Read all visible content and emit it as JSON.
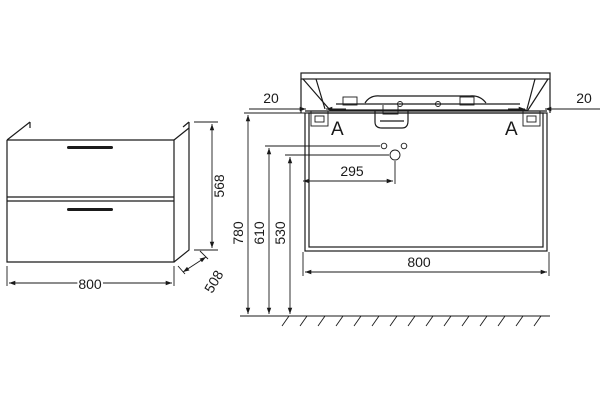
{
  "left_view": {
    "width_label": "800",
    "height_label": "568",
    "depth_label": "508"
  },
  "right_view": {
    "offset_left_label": "20",
    "offset_right_label": "20",
    "section_marker_left": "A",
    "section_marker_right": "A",
    "drain_offset_label": "295",
    "width_label": "800",
    "height_total_label": "780",
    "height_drain_label": "610",
    "height_body_label": "530"
  }
}
